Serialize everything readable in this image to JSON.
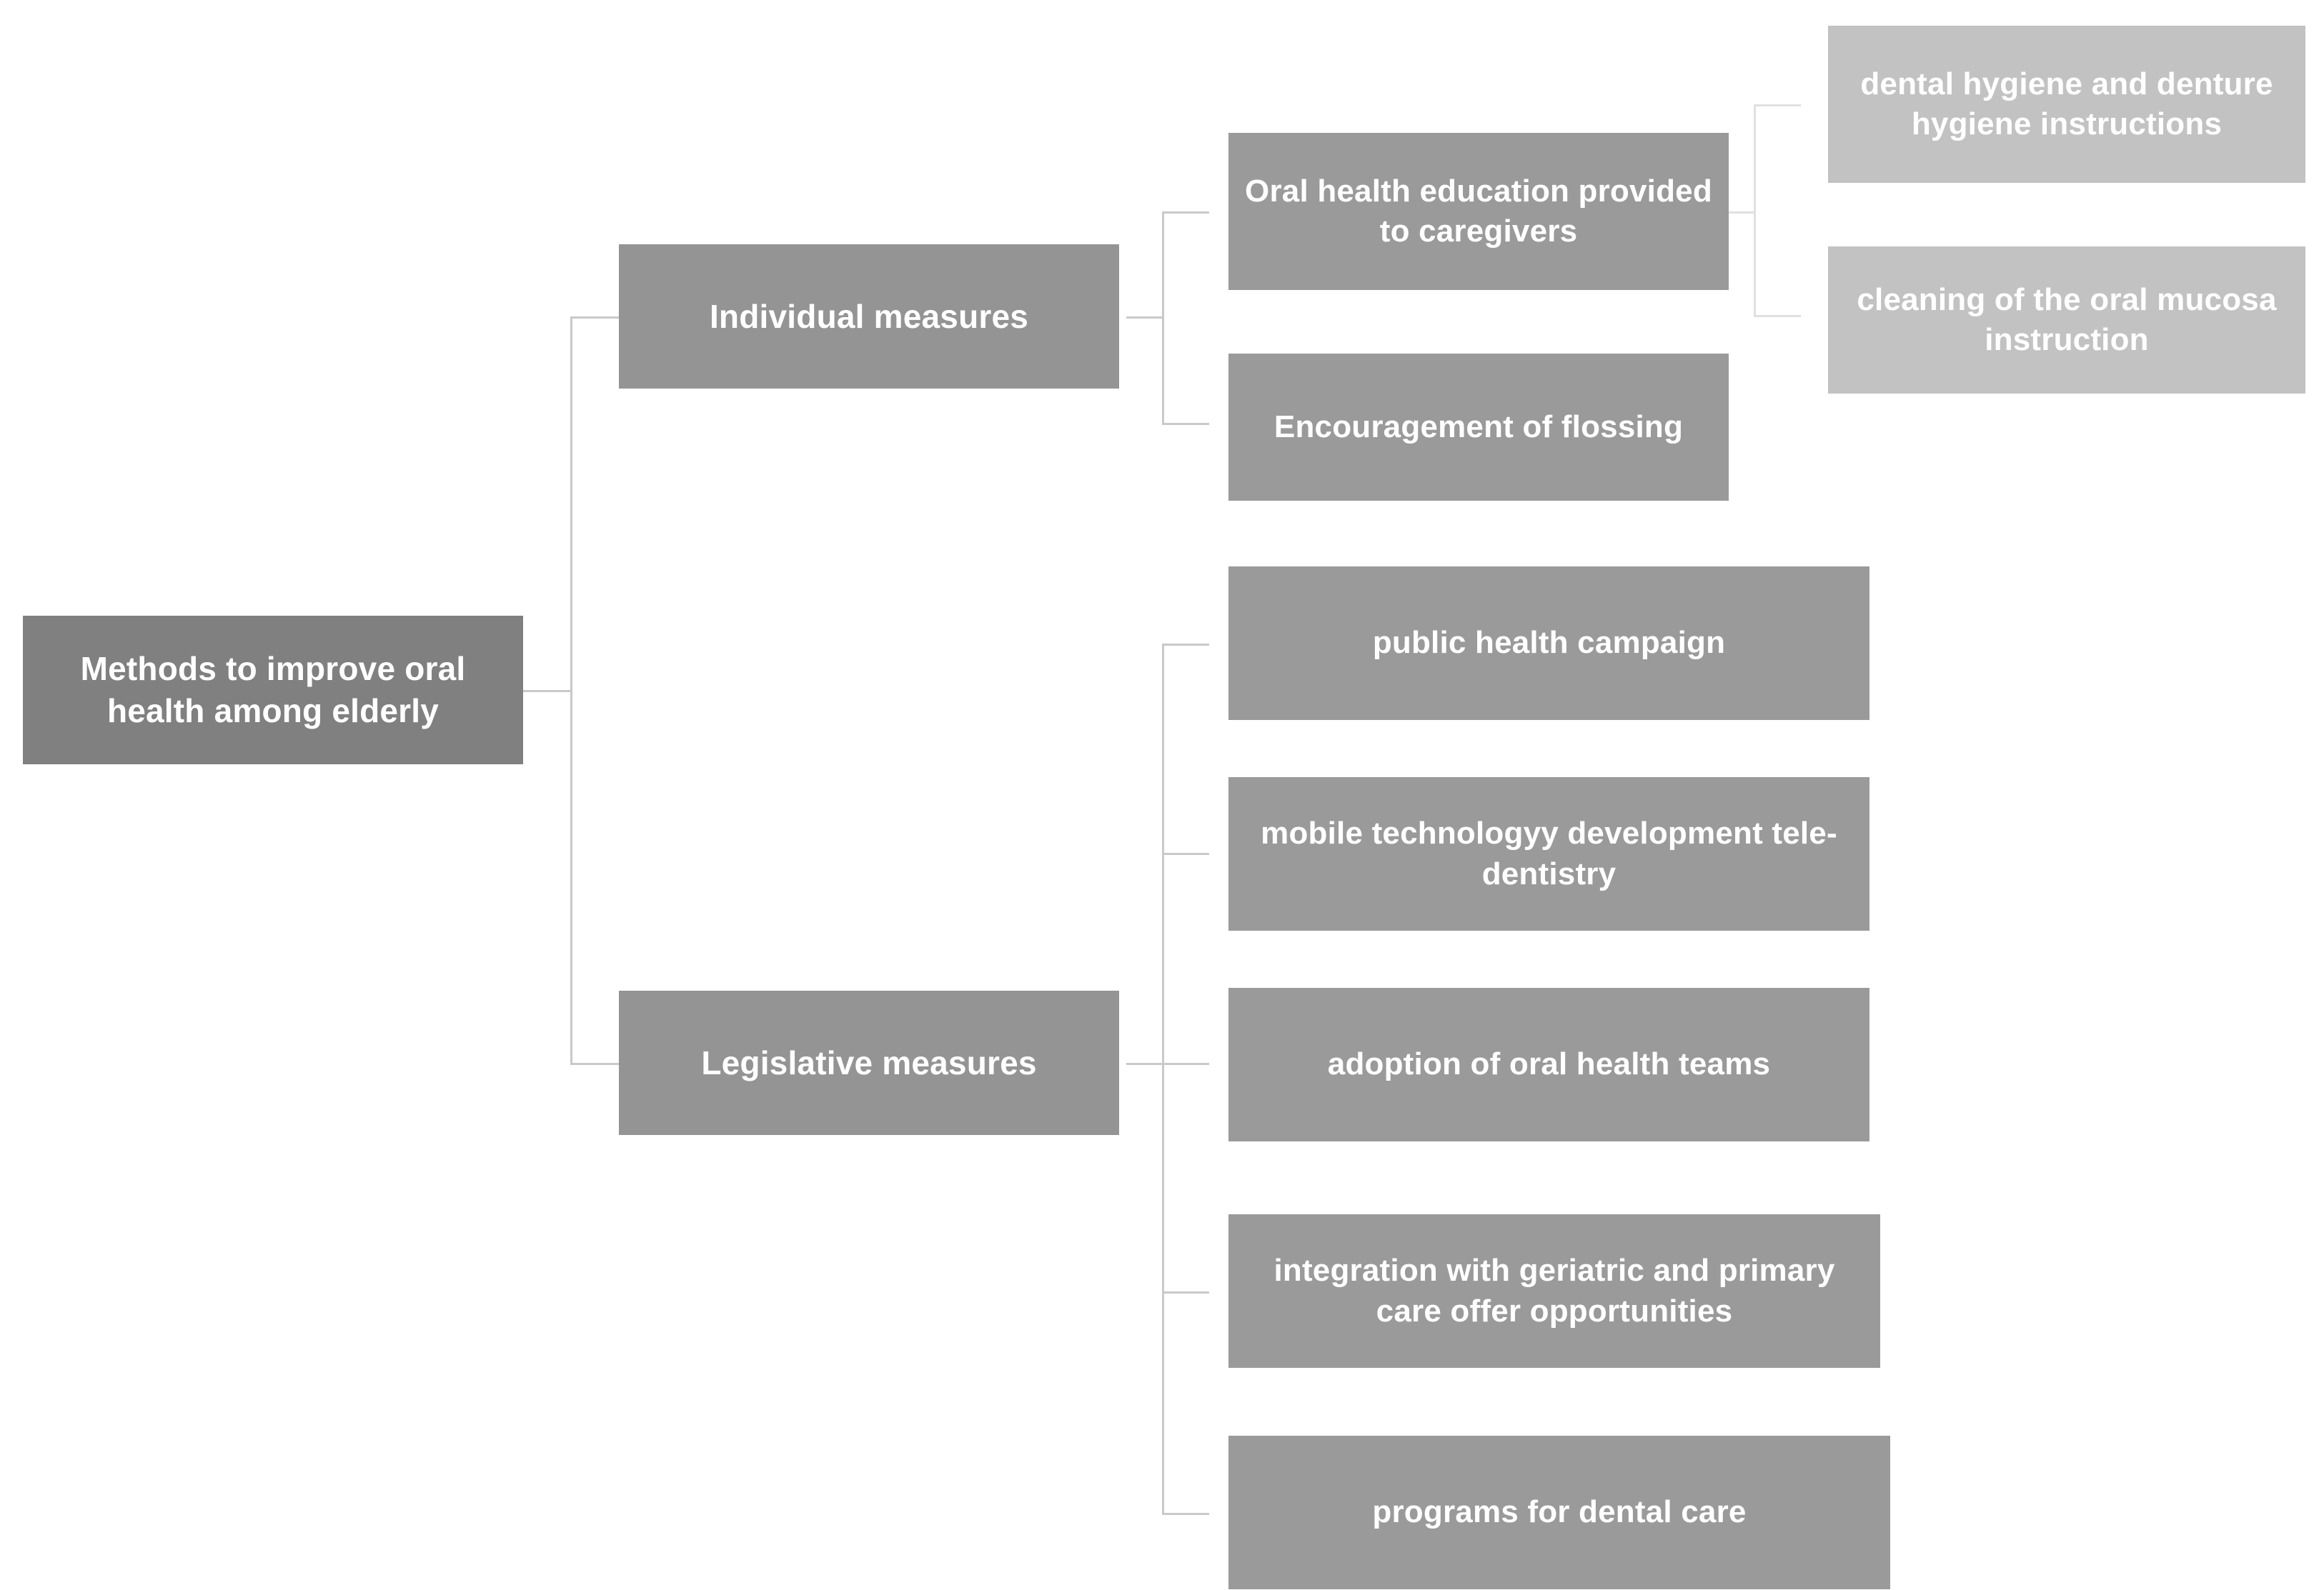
{
  "diagram": {
    "type": "hierarchy-tree",
    "orientation": "left-to-right",
    "colors": {
      "root_fill": "#808080",
      "level2_fill": "#949494",
      "level3_fill": "#9a9a9a",
      "level4_fill": "#c2c2c2",
      "text": "#ffffff",
      "connector": "#c9c9c9",
      "connector_light": "#e0e0e0",
      "background": "#ffffff"
    },
    "root": {
      "label": "Methods to improve oral health among elderly"
    },
    "branches": [
      {
        "label": "Individual measures",
        "children": [
          {
            "label": "Oral health education provided to caregivers",
            "children": [
              {
                "label": "dental hygiene and denture hygiene instructions"
              },
              {
                "label": "cleaning of the oral mucosa instruction"
              }
            ]
          },
          {
            "label": "Encouragement of flossing",
            "children": []
          }
        ]
      },
      {
        "label": "Legislative measures",
        "children": [
          {
            "label": "public health campaign",
            "children": []
          },
          {
            "label": "mobile technologyy development tele-dentistry",
            "children": []
          },
          {
            "label": "adoption of oral health teams",
            "children": []
          },
          {
            "label": "integration with geriatric and primary care offer opportunities",
            "children": []
          },
          {
            "label": "programs for dental care",
            "children": []
          }
        ]
      }
    ]
  }
}
